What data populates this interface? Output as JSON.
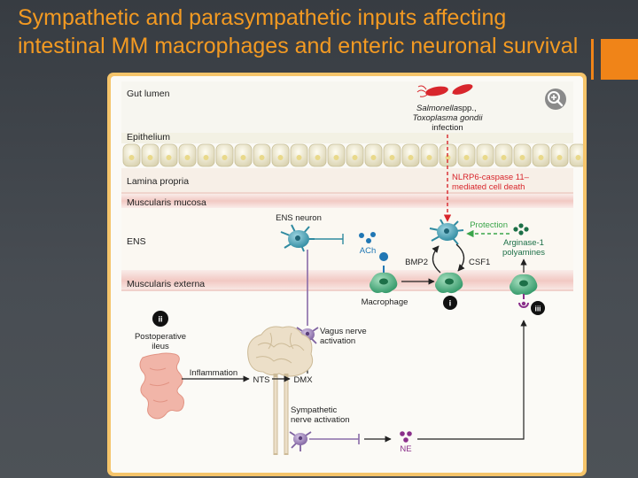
{
  "slide": {
    "title": "Sympathetic and parasympathetic inputs affecting intestinal MM macrophages and enteric neuronal survival"
  },
  "colors": {
    "accent_orange": "#f08418",
    "title_orange": "#f39a22",
    "frame": "#f5c46a",
    "band_pink": "#f6dcd8",
    "neuron_blue": "#3a9db3",
    "macrophage_green": "#3fae7a",
    "infection_red": "#d8262c",
    "protection_green": "#3aa54a",
    "vagus_purple": "#8a6ca8"
  },
  "layers": {
    "gut_lumen": "Gut lumen",
    "epithelium": "Epithelium",
    "lamina_propria": "Lamina propria",
    "muscularis_mucosa": "Muscularis mucosa",
    "ens": "ENS",
    "muscularis_externa": "Muscularis externa"
  },
  "labels": {
    "salmonella": "Salmonella",
    "spp": " spp.,",
    "toxoplasma": "Toxoplasma gondii",
    "infection": "infection",
    "nlrp6_line1": "NLRP6-caspase 11–",
    "nlrp6_line2": "mediated cell death",
    "ens_neuron": "ENS neuron",
    "ach": "ACh",
    "macrophage": "Macrophage",
    "bmp2": "BMP2",
    "csf1": "CSF1",
    "protection": "Protection",
    "arginase_line1": "Arginase-1",
    "arginase_line2": "polyamines",
    "marker_i": "i",
    "marker_ii": "ii",
    "marker_iii": "iii",
    "postop_line1": "Postoperative",
    "postop_line2": "ileus",
    "inflammation": "Inflammation",
    "nts": "NTS",
    "dmx": "DMX",
    "vagus_line1": "Vagus nerve",
    "vagus_line2": "activation",
    "sympathetic_line1": "Sympathetic",
    "sympathetic_line2": "nerve activation",
    "ne": "NE"
  },
  "icons": {
    "zoom": "zoom-magnifier-icon"
  }
}
